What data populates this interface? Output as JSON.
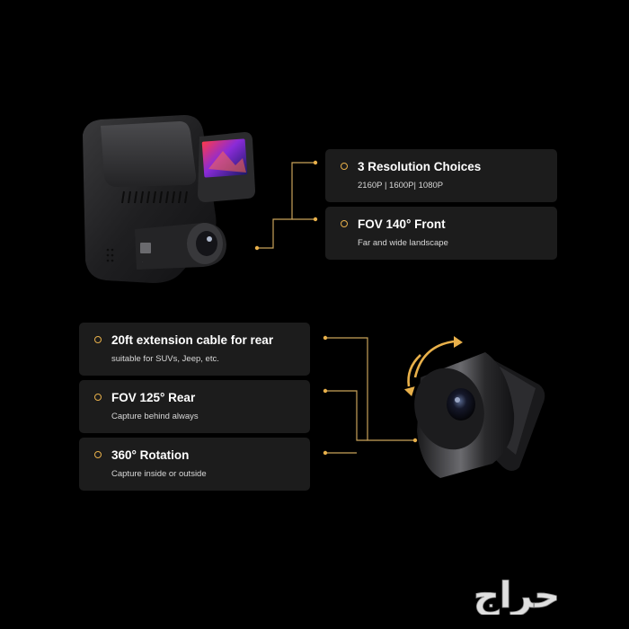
{
  "features_front": [
    {
      "title": "3 Resolution Choices",
      "subtitle": "2160P | 1600P| 1080P"
    },
    {
      "title": "FOV 140°  Front",
      "subtitle": "Far and wide landscape"
    }
  ],
  "features_rear": [
    {
      "title": "20ft extension cable for rear",
      "subtitle": "suitable for SUVs, Jeep, etc."
    },
    {
      "title": "FOV 125° Rear",
      "subtitle": "Capture behind always"
    },
    {
      "title": "360° Rotation",
      "subtitle": "Capture inside or outside"
    }
  ],
  "watermark": {
    "text": "حراج"
  },
  "colors": {
    "background": "#000000",
    "card": "#1c1c1c",
    "accent": "#e8b04a",
    "connector": "#c9a25a",
    "title_text": "#ffffff",
    "subtitle_text": "#d8d8d8"
  },
  "icons": {
    "bullet": "circle-marker-icon",
    "rotation": "rotation-arrows-icon"
  }
}
